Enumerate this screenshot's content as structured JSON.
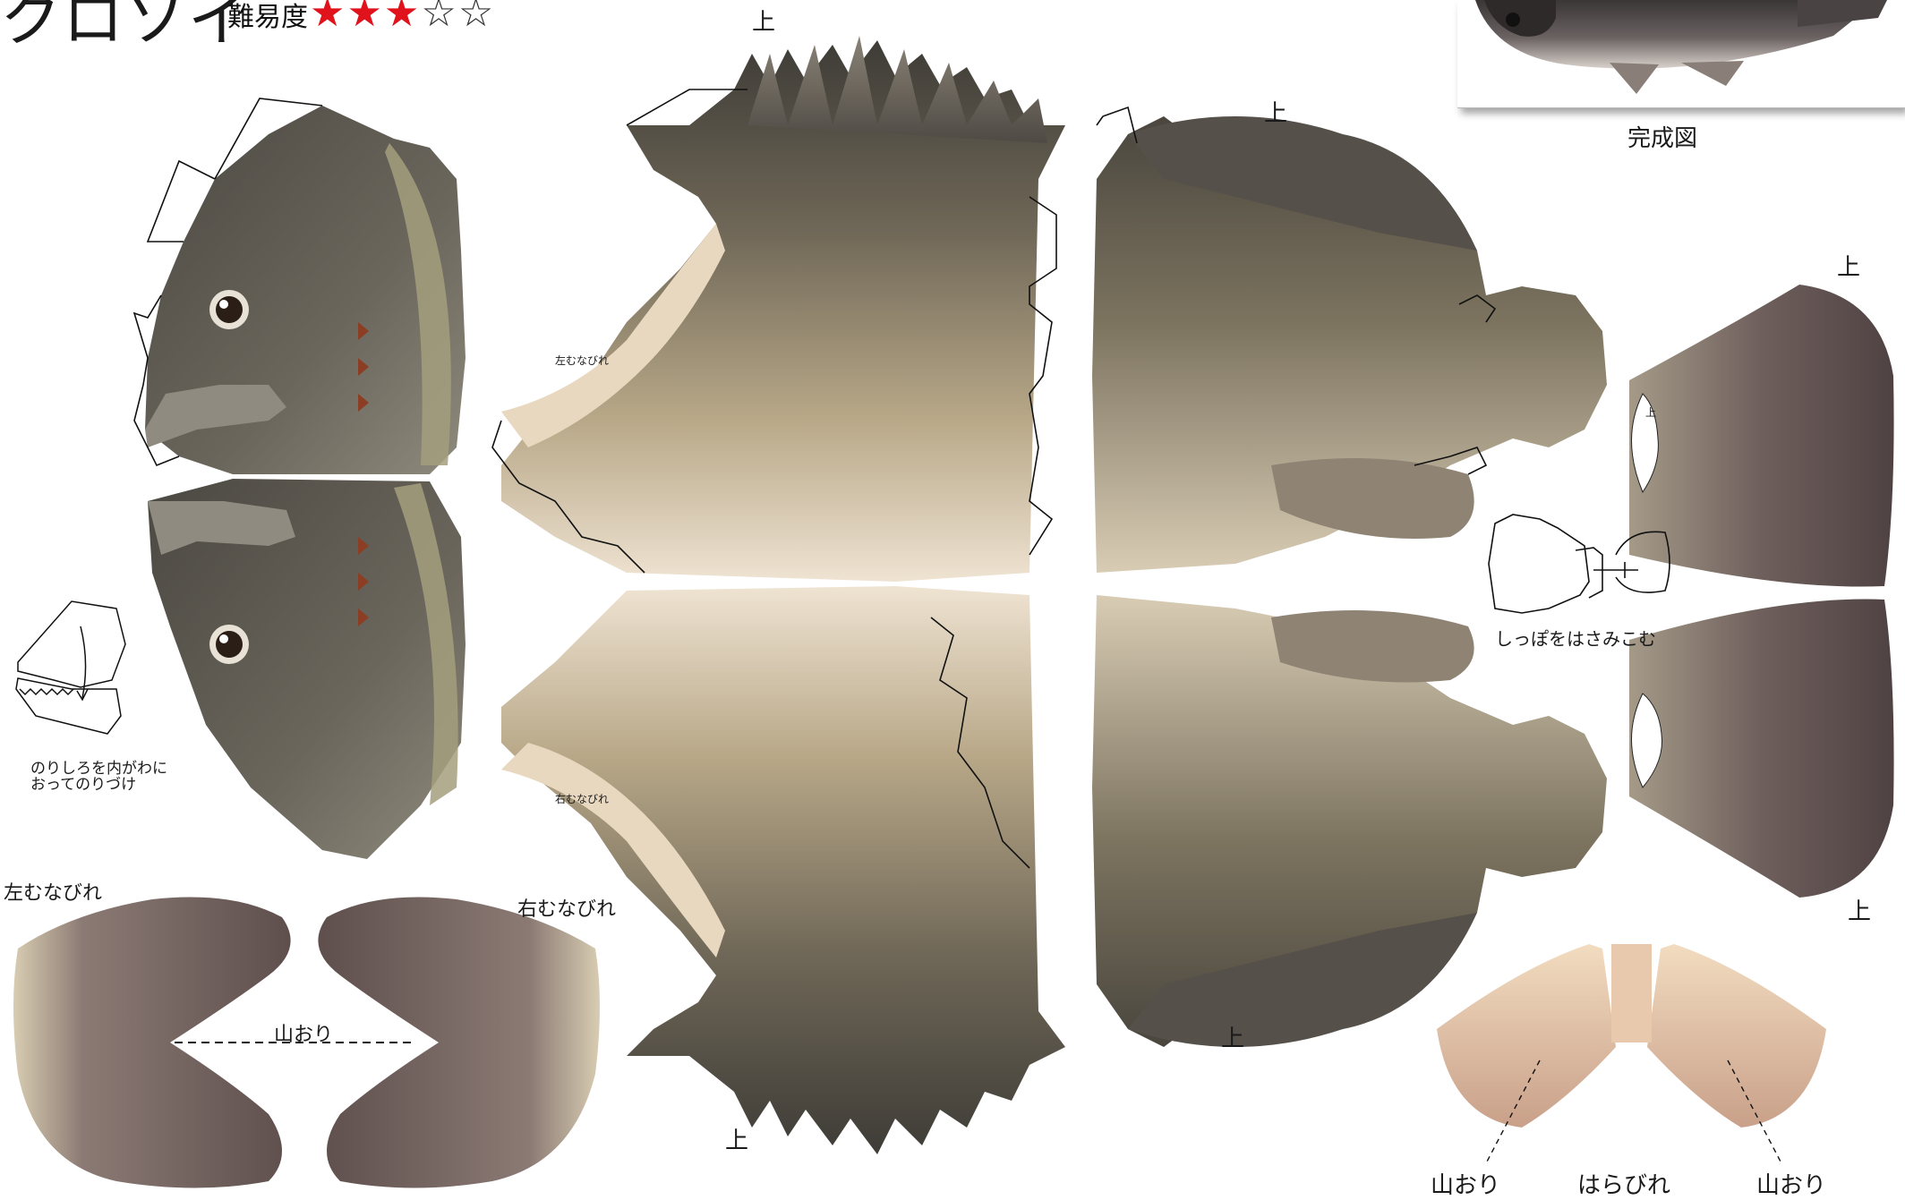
{
  "header": {
    "title": "クロソイ",
    "difficulty_label": "難易度",
    "stars": [
      {
        "glyph": "★",
        "filled": true
      },
      {
        "glyph": "★",
        "filled": true
      },
      {
        "glyph": "★",
        "filled": true
      },
      {
        "glyph": "☆",
        "filled": false
      },
      {
        "glyph": "☆",
        "filled": false
      }
    ],
    "difficulty_value": 3,
    "difficulty_max": 5
  },
  "completed": {
    "caption": "完成図"
  },
  "labels": {
    "up": "上",
    "left_pectoral_small": "左むなびれ",
    "right_pectoral_small": "右むなびれ",
    "left_pectoral": "左むなびれ",
    "right_pectoral": "右むなびれ",
    "mountain_fold": "山おり",
    "belly_fin": "はらびれ",
    "tail_insert": "しっぽをはさみこむ",
    "glue_note_line1": "のりしろを内がわに",
    "glue_note_line2": "おってのりづけ"
  },
  "colors": {
    "star_red": "#e0121b",
    "fish_dark": "#4a4740",
    "fish_mid": "#8a7f68",
    "fish_light": "#e6d6bf",
    "fin_brown": "#6e5f5c",
    "belly_fin_pink": "#d8b39c"
  }
}
